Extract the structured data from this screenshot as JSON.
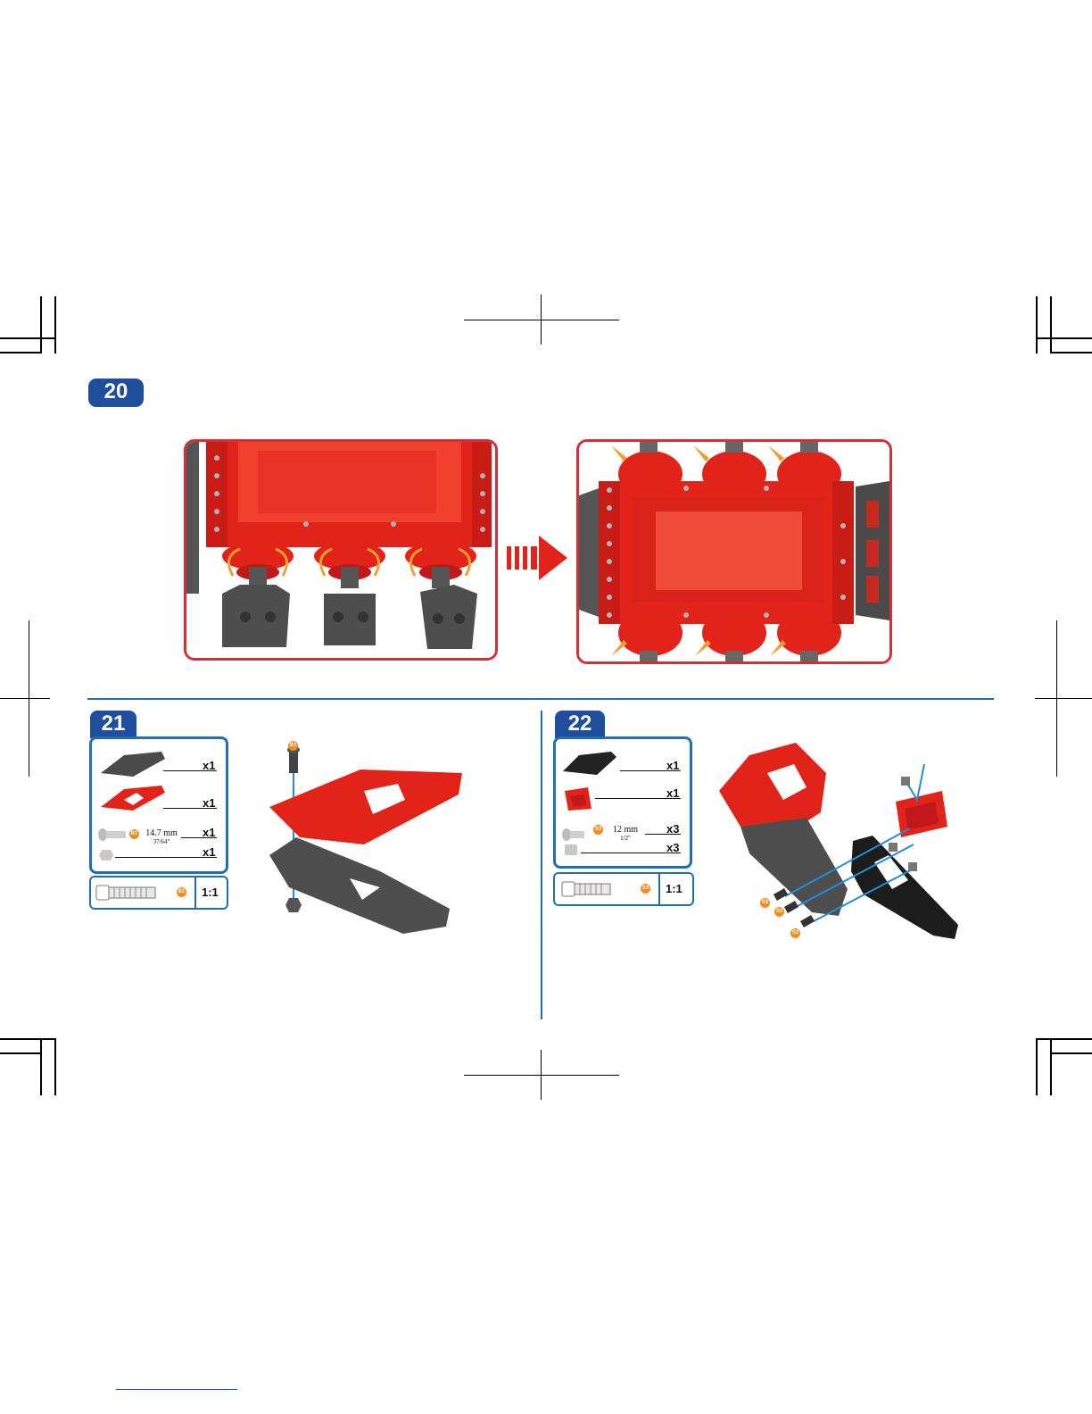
{
  "steps": {
    "s20": {
      "number": "20"
    },
    "s21": {
      "number": "21",
      "parts": [
        {
          "qty": "x1"
        },
        {
          "qty": "x1"
        },
        {
          "qty": "x1",
          "dim_main": "14.7 mm",
          "dim_sub": "37/64\"",
          "code": "B1"
        },
        {
          "qty": "x1"
        }
      ],
      "scale_label": "1:1",
      "scale_code": "B1",
      "assembly_code": "B1"
    },
    "s22": {
      "number": "22",
      "parts": [
        {
          "qty": "x1"
        },
        {
          "qty": "x1"
        },
        {
          "qty": "x3",
          "dim_main": "12 mm",
          "dim_sub": "1/2\"",
          "code": "S3"
        },
        {
          "qty": "x3"
        }
      ],
      "scale_label": "1:1",
      "scale_code": "S3",
      "assembly_codes": [
        "S3",
        "S3",
        "S3"
      ]
    }
  },
  "colors": {
    "step_badge": "#1f4e9c",
    "panel_border": "#d0303a",
    "parts_border": "#1f6fb4",
    "divider": "#1f6fb4",
    "part_red": "#e2231a",
    "part_gray": "#4a4a4a",
    "arrow_orange": "#f0a030",
    "arrow_red": "#e2231a"
  },
  "icons": [
    "transition-arrow-icon",
    "rotate-arrow-icon",
    "push-arrow-icon",
    "screw-icon",
    "nut-icon"
  ]
}
